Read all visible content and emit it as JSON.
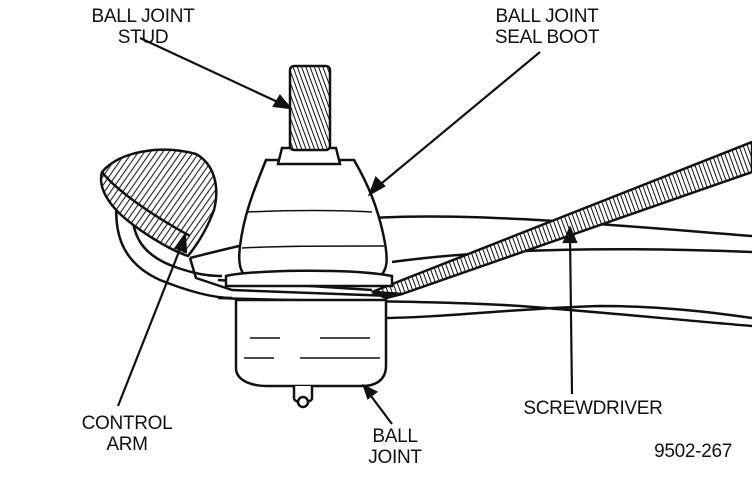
{
  "labels": {
    "ball_joint_stud": [
      "BALL JOINT",
      "STUD"
    ],
    "ball_joint_seal_boot": [
      "BALL JOINT",
      "SEAL BOOT"
    ],
    "control_arm": [
      "CONTROL",
      "ARM"
    ],
    "ball_joint": [
      "BALL",
      "JOINT"
    ],
    "screwdriver": "SCREWDRIVER",
    "figure_id": "9502-267"
  }
}
